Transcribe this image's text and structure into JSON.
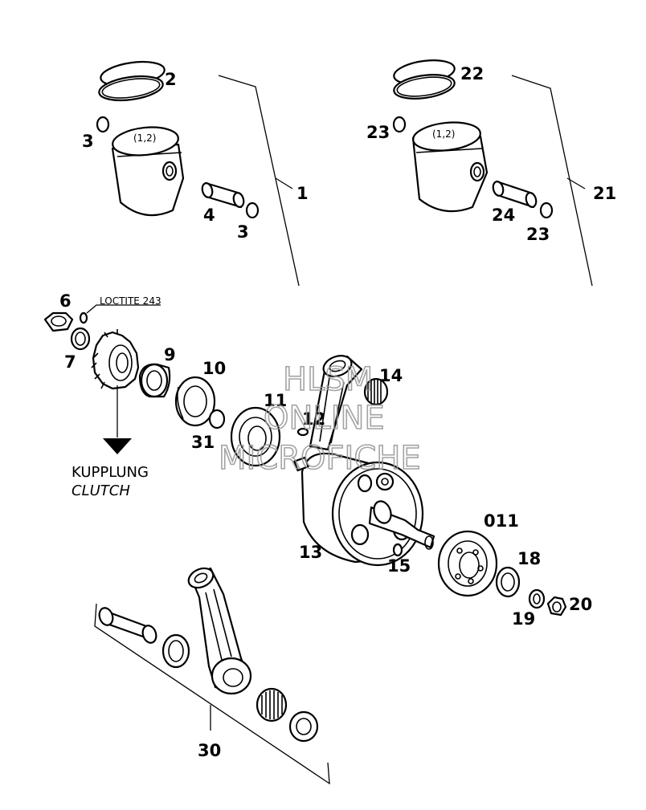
{
  "labels": {
    "p1": "1",
    "p2": "2",
    "p3a": "3",
    "p3b": "3",
    "p4": "4",
    "p6": "6",
    "p7": "7",
    "p9": "9",
    "p10": "10",
    "p11": "11",
    "p12": "12",
    "p13": "13",
    "p14": "14",
    "p15": "15",
    "p18": "18",
    "p19": "19",
    "p20": "20",
    "p21": "21",
    "p22": "22",
    "p23a": "23",
    "p23b": "23",
    "p24": "24",
    "p30": "30",
    "p31": "31",
    "p011": "011"
  },
  "piston_marks": {
    "left": "(1,2)",
    "right": "(1,2)"
  },
  "note_loctite": "LOCTITE 243",
  "clutch_ref": {
    "de": "KUPPLUNG",
    "en": "CLUTCH"
  },
  "watermark": {
    "line1": "HLSM",
    "line2": "ONLINE",
    "line3": "MICROFICHE"
  }
}
